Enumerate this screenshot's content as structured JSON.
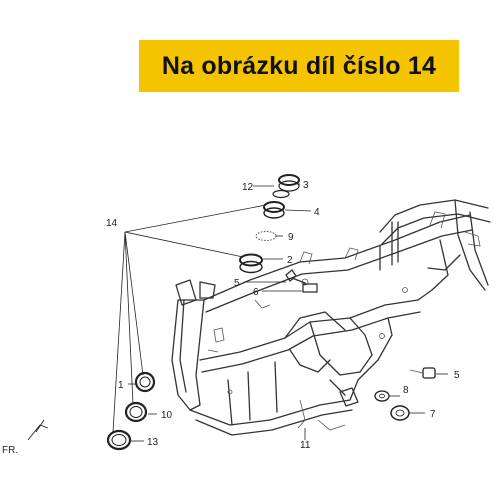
{
  "banner": {
    "text": "Na obrázku díl číslo 14"
  },
  "callouts": {
    "c1": "1",
    "c2": "2",
    "c3": "3",
    "c4": "4",
    "c5a": "5",
    "c5b": "5",
    "c6": "6",
    "c7": "7",
    "c8": "8",
    "c9": "9",
    "c10": "10",
    "c11": "11",
    "c12": "12",
    "c13": "13",
    "c14": "14"
  },
  "direction_label": "FR.",
  "colors": {
    "banner": "#f5c400",
    "line": "#333333"
  }
}
